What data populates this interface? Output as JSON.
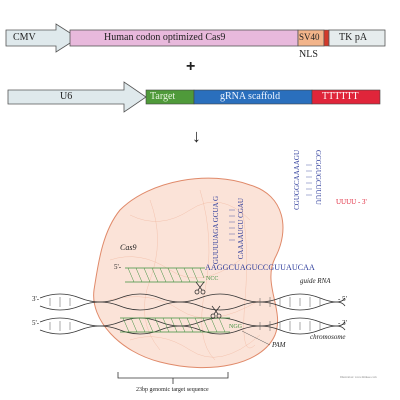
{
  "construct1": {
    "promoter": "CMV",
    "gene": "Human codon optimized Cas9",
    "nls_box": "SV40",
    "nls_label": "NLS",
    "terminator": "TK pA",
    "colors": {
      "promoter": "#dfe9ec",
      "gene": "#e8b9dc",
      "nls": "#f2b48a",
      "stop": "#d23a2a",
      "terminator": "#e6eced"
    }
  },
  "plus": "+",
  "construct2": {
    "promoter": "U6",
    "target": "Target",
    "scaffold": "gRNA scaffold",
    "terminator": "TTTTTT",
    "colors": {
      "promoter": "#dfe9ec",
      "target": "#4f9a3a",
      "scaffold": "#2a6fbd",
      "terminator": "#e0253a"
    }
  },
  "arrow": "↓",
  "complex": {
    "cas9_label": "Cas9",
    "guide_label": "guide RNA",
    "chromosome_label": "chromosome",
    "pam_label": "PAM",
    "target_seq_label": "23bp genomic target sequence",
    "five_prime_top": "5'-",
    "three_prime_left": "3'-",
    "five_prime_left": "5'-",
    "three_prime_right_top": "- 5'",
    "three_prime_right_bottom": "- 3'",
    "guide_end": "UUUU - 3'",
    "rna_strand": "AAGGCUAGUCCGUUAUCAA",
    "stem1_left": "GUUUUAGA GCUA G",
    "stem1_right": "CAAAAUCU CGAU",
    "hairpin_left": "GCGGUGCUUUU",
    "hairpin_right": "CGUGGCAAAAGU",
    "pam_seq": "NGG",
    "ngg_top": "NCC",
    "colors": {
      "cas9_fill": "#fbe3d8",
      "cas9_edge": "#e08a6a",
      "rna": "#2b3a9a",
      "target": "#3e8f3e",
      "dna": "#333333",
      "stop": "#e0253a"
    }
  },
  "credit": "Illustration: www.thinkee.com"
}
